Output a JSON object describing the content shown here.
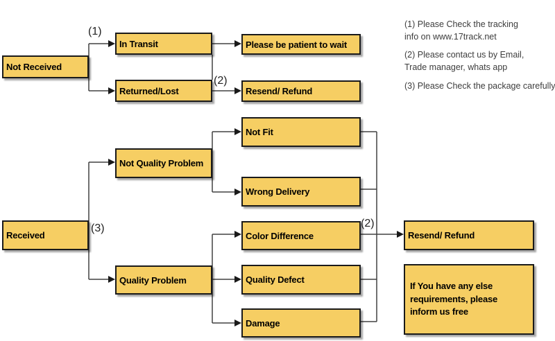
{
  "diagram": {
    "title": "Package receiving / after-sale decision flowchart",
    "nodes": {
      "not_received": {
        "label": "Not Received"
      },
      "in_transit": {
        "label": "In Transit"
      },
      "returned_lost": {
        "label": "Returned/Lost"
      },
      "please_wait": {
        "label": "Please be patient to wait"
      },
      "resend_refund_top": {
        "label": "Resend/ Refund"
      },
      "received": {
        "label": "Received"
      },
      "not_quality_problem": {
        "label": "Not Quality Problem"
      },
      "quality_problem": {
        "label": "Quality Problem"
      },
      "not_fit": {
        "label": "Not Fit"
      },
      "wrong_delivery": {
        "label": "Wrong Delivery"
      },
      "color_difference": {
        "label": "Color Difference"
      },
      "quality_defect": {
        "label": "Quality Defect"
      },
      "damage": {
        "label": "Damage"
      },
      "resend_refund_bottom": {
        "label": "Resend/ Refund"
      },
      "requirements": {
        "label": "If You have any else\nrequirements, please\ninform us free"
      }
    },
    "edge_labels": {
      "label_1": "(1)",
      "label_2_top": "(2)",
      "label_3": "(3)",
      "label_2_bottom": "(2)"
    },
    "notes": {
      "note_1": "(1) Please Check the tracking\ninfo on www.17track.net",
      "note_2": "(2) Please contact us by Email,\nTrade manager, whats app",
      "note_3": "(3) Please Check the package carefully"
    },
    "colors": {
      "node_fill": "#F6CE63",
      "node_border": "#1a1a1a",
      "connector": "#404040",
      "arrow": "#1a1a1a",
      "note_text": "#3d3d3d"
    }
  }
}
